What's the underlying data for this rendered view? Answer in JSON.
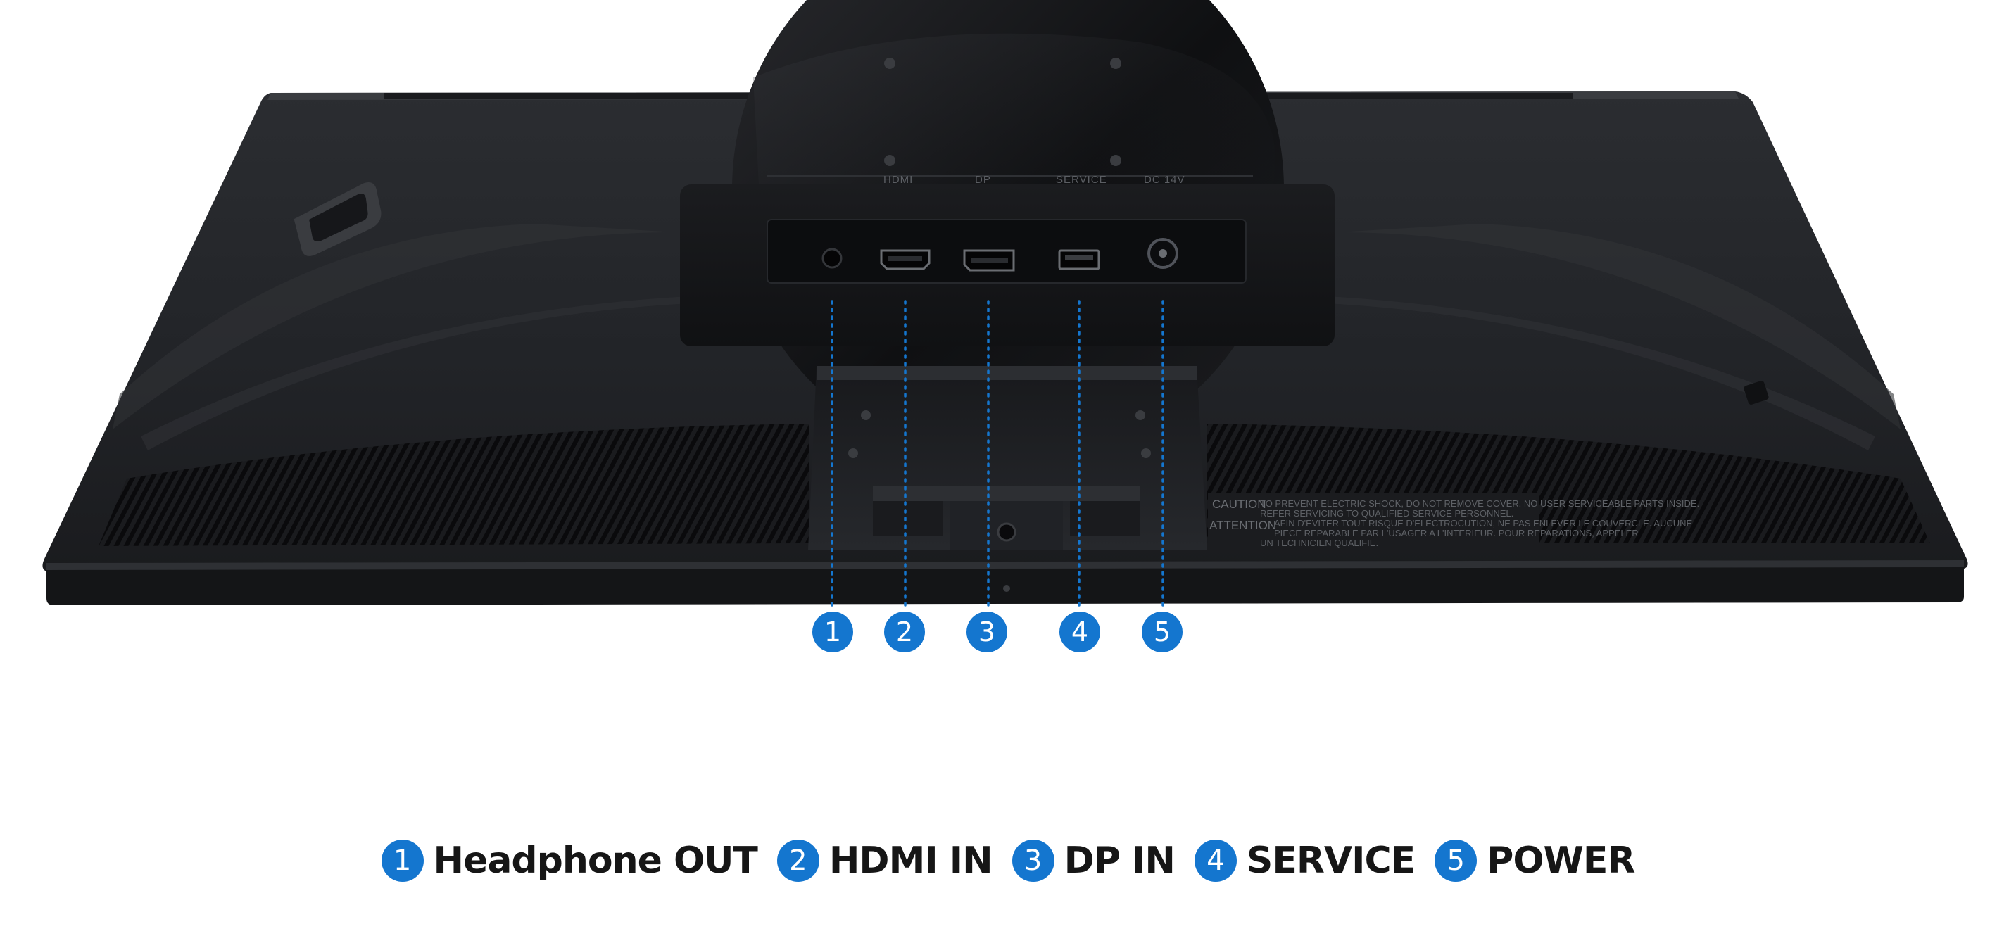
{
  "diagram": {
    "accent_color": "#1476cf",
    "port_labels_on_monitor": [
      "HDMI",
      "DP",
      "SERVICE",
      "DC 14V"
    ],
    "warning_label": {
      "caution": "CAUTION",
      "attention": "ATTENTION",
      "line1": "TO PREVENT ELECTRIC SHOCK, DO NOT REMOVE COVER. NO USER SERVICEABLE PARTS INSIDE.",
      "line2": "REFER SERVICING TO QUALIFIED SERVICE PERSONNEL.",
      "line3": "AFIN D'EVITER TOUT RISQUE D'ELECTROCUTION, NE PAS ENLEVER LE COUVERCLE. AUCUNE",
      "line4": "PIECE REPARABLE PAR L'USAGER A L'INTERIEUR. POUR REPARATIONS, APPELER",
      "line5": "UN TECHNICIEN QUALIFIE."
    },
    "callouts": [
      "1",
      "2",
      "3",
      "4",
      "5"
    ]
  },
  "legend": [
    {
      "number": "1",
      "label": "Headphone OUT"
    },
    {
      "number": "2",
      "label": "HDMI IN"
    },
    {
      "number": "3",
      "label": "DP IN"
    },
    {
      "number": "4",
      "label": "SERVICE"
    },
    {
      "number": "5",
      "label": "POWER"
    }
  ]
}
